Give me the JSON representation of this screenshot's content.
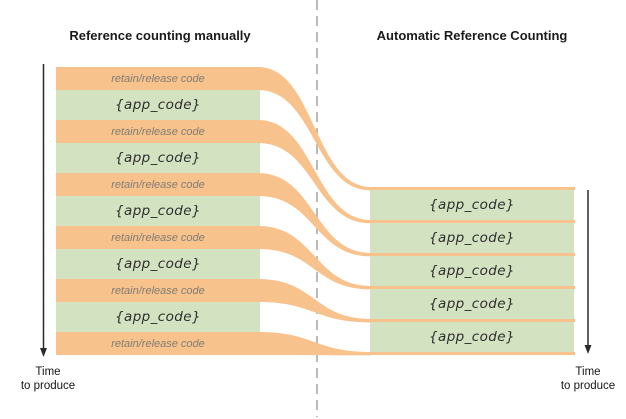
{
  "left_panel": {
    "title": "Reference counting manually",
    "rows": [
      {
        "kind": "retain",
        "label": "retain/release code"
      },
      {
        "kind": "app",
        "label": "{app_code}"
      },
      {
        "kind": "retain",
        "label": "retain/release code"
      },
      {
        "kind": "app",
        "label": "{app_code}"
      },
      {
        "kind": "retain",
        "label": "retain/release code"
      },
      {
        "kind": "app",
        "label": "{app_code}"
      },
      {
        "kind": "retain",
        "label": "retain/release code"
      },
      {
        "kind": "app",
        "label": "{app_code}"
      },
      {
        "kind": "retain",
        "label": "retain/release code"
      },
      {
        "kind": "app",
        "label": "{app_code}"
      },
      {
        "kind": "retain",
        "label": "retain/release code"
      }
    ],
    "time_axis": {
      "line1": "Time",
      "line2": "to produce"
    }
  },
  "right_panel": {
    "title": "Automatic Reference Counting",
    "rows": [
      {
        "label": "{app_code}"
      },
      {
        "label": "{app_code}"
      },
      {
        "label": "{app_code}"
      },
      {
        "label": "{app_code}"
      },
      {
        "label": "{app_code}"
      }
    ],
    "time_axis": {
      "line1": "Time",
      "line2": "to produce"
    }
  },
  "colors": {
    "retain_orange": "#F8C28C",
    "app_green": "#D3E3C1",
    "retain_text": "#7F7D74",
    "app_text": "#2D2D2D",
    "divider_gray": "#A9A9A9",
    "axis_black": "#2B2B2B"
  }
}
